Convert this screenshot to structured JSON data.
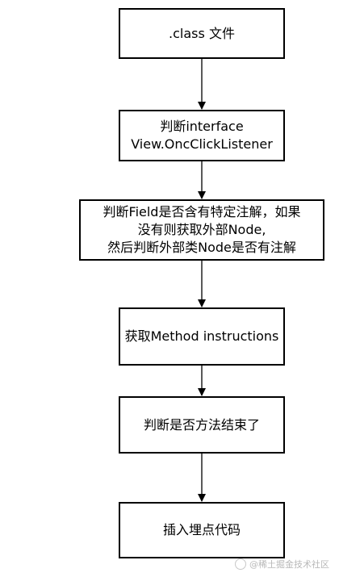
{
  "flowchart": {
    "steps": [
      {
        "lines": [
          ".class 文件"
        ]
      },
      {
        "lines": [
          "判断interface",
          "View.OncClickListener"
        ]
      },
      {
        "lines": [
          "判断Field是否含有特定注解，如果",
          "没有则获取外部Node,",
          "然后判断外部类Node是否有注解"
        ]
      },
      {
        "lines": [
          "获取Method instructions"
        ]
      },
      {
        "lines": [
          "判断是否方法结束了"
        ]
      },
      {
        "lines": [
          "插入埋点代码"
        ]
      }
    ]
  },
  "watermark": {
    "text": "@稀土掘金技术社区"
  },
  "colors": {
    "stroke": "#000000",
    "background": "#ffffff",
    "watermark": "#b8b8b8"
  }
}
